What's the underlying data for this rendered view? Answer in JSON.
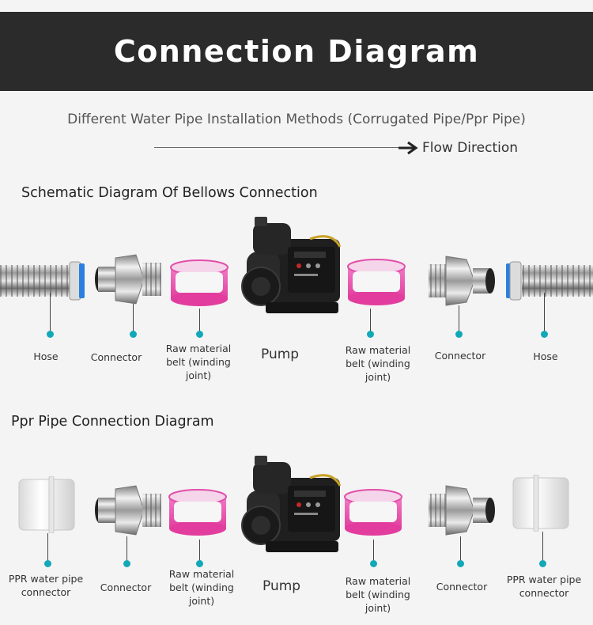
{
  "header": {
    "title": "Connection Diagram"
  },
  "subtitle": "Different Water Pipe Installation Methods (Corrugated Pipe/Ppr Pipe)",
  "flow": {
    "label": "Flow Direction"
  },
  "sections": {
    "bellows": {
      "title": "Schematic Diagram Of Bellows Connection",
      "labels": {
        "hose_left": "Hose",
        "connector_left": "Connector",
        "tape_left": "Raw material belt (winding joint)",
        "pump": "Pump",
        "tape_right": "Raw material belt (winding joint)",
        "connector_right": "Connector",
        "hose_right": "Hose"
      }
    },
    "ppr": {
      "title": "Ppr Pipe Connection Diagram",
      "labels": {
        "ppr_left": "PPR water pipe connector",
        "connector_left": "Connector",
        "tape_left": "Raw material belt (winding joint)",
        "pump": "Pump",
        "tape_right": "Raw material belt (winding joint)",
        "connector_right": "Connector",
        "ppr_right": "PPR water pipe connector"
      }
    }
  },
  "colors": {
    "header_bg": "#2b2b2b",
    "dot": "#12a8b8",
    "tape": "#e94fb0",
    "hose_ring": "#2b7fe0"
  },
  "icons": [
    "hose-icon",
    "connector-icon",
    "tape-icon",
    "pump-icon",
    "ppr-fitting-icon",
    "arrow-right-icon"
  ]
}
